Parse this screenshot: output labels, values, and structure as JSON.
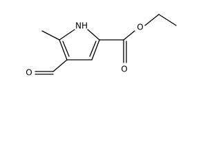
{
  "molecule": {
    "labels": {
      "nh": "NH",
      "carbonyl_o_aldehyde": "O",
      "ester_o_double": "O",
      "ester_o_single": "O"
    }
  }
}
